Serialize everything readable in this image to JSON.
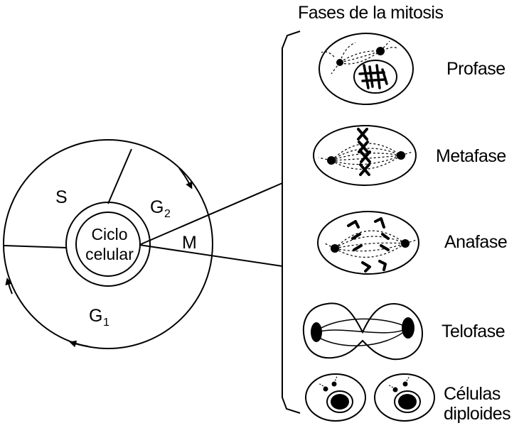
{
  "title": "Fases de la mitosis",
  "cycle": {
    "center": [
      "Ciclo",
      "celular"
    ],
    "phases": [
      {
        "id": "S",
        "label": "S",
        "sub": ""
      },
      {
        "id": "G2",
        "label": "G",
        "sub": "2"
      },
      {
        "id": "M",
        "label": "M",
        "sub": ""
      },
      {
        "id": "G1",
        "label": "G",
        "sub": "1"
      }
    ]
  },
  "mitosis_phases": [
    {
      "label": "Profase"
    },
    {
      "label": "Metafase"
    },
    {
      "label": "Anafase"
    },
    {
      "label": "Telofase"
    },
    {
      "label": "Células diploides",
      "lines": [
        "Células",
        "diploides"
      ]
    }
  ],
  "colors": {
    "ink": "#000000",
    "background": "#ffffff"
  }
}
